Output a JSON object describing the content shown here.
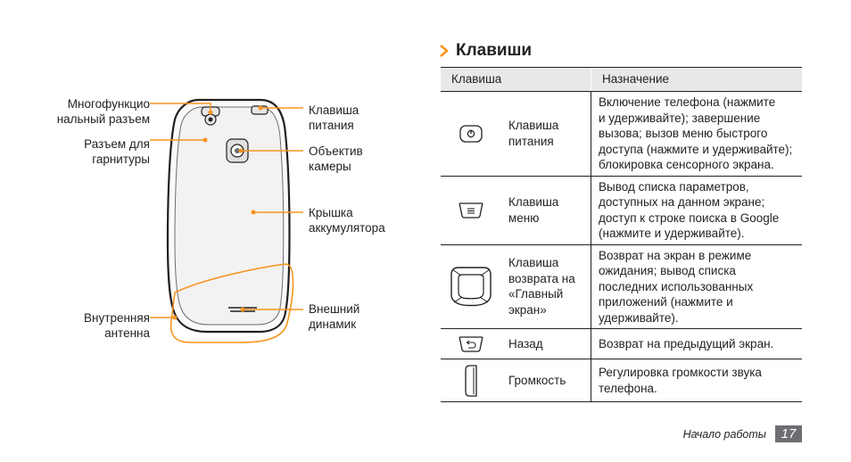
{
  "figure": {
    "callouts": {
      "multifunction_jack": "Многофункцио\nнальный разъем",
      "headset_jack": "Разъем для\nгарнитуры",
      "internal_antenna": "Внутренняя\nантенна",
      "power_key": "Клавиша\nпитания",
      "camera_lens": "Объектив\nкамеры",
      "battery_cover": "Крышка\nаккумулятора",
      "speaker": "Внешний\nдинамик"
    }
  },
  "section": {
    "title": "Клавиши"
  },
  "table": {
    "headers": {
      "key": "Клавиша",
      "purpose": "Назначение"
    },
    "rows": [
      {
        "icon": "power-key-icon",
        "name": "Клавиша\nпитания",
        "purpose": "Включение телефона (нажмите\nи удерживайте); завершение\nвызова; вызов меню быстрого\nдоступа (нажмите и удерживайте);\nблокировка сенсорного экрана."
      },
      {
        "icon": "menu-key-icon",
        "name": "Клавиша\nменю",
        "purpose": "Вывод списка параметров,\nдоступных на данном экране;\nдоступ к строке поиска в Google\n(нажмите и удерживайте)."
      },
      {
        "icon": "home-key-icon",
        "name": "Клавиша\nвозврата на\n«Главный\nэкран»",
        "purpose": "Возврат на экран в режиме\nожидания; вывод списка\nпоследних использованных\nприложений (нажмите и\nудерживайте)."
      },
      {
        "icon": "back-key-icon",
        "name": "Назад",
        "purpose": "Возврат на предыдущий экран."
      },
      {
        "icon": "volume-key-icon",
        "name": "Громкость",
        "purpose": "Регулировка громкости звука\nтелефона."
      }
    ]
  },
  "footer": {
    "label": "Начало работы",
    "page": "17"
  },
  "colors": {
    "accent": "#f7941d",
    "header_bg": "#e9e8e8",
    "page_badge": "#6d6e71",
    "text": "#231f20"
  }
}
